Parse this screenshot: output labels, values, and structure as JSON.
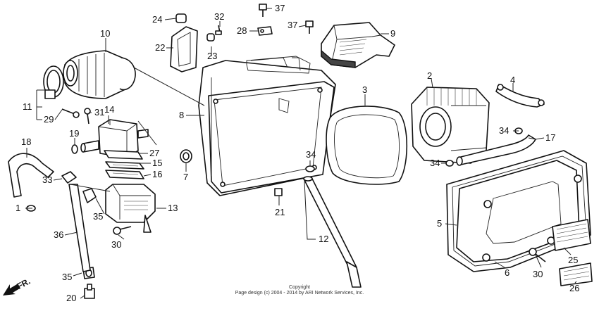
{
  "callouts": [
    "1",
    "2",
    "3",
    "4",
    "5",
    "6",
    "7",
    "8",
    "9",
    "10",
    "11",
    "12",
    "13",
    "14",
    "15",
    "16",
    "17",
    "18",
    "19",
    "20",
    "21",
    "22",
    "23",
    "24",
    "25",
    "26",
    "27",
    "28",
    "29",
    "30",
    "30",
    "30",
    "31",
    "32",
    "33",
    "34",
    "34",
    "34",
    "35",
    "35",
    "36",
    "37",
    "37"
  ],
  "direction_label": "FR.",
  "copyright": {
    "line1": "Copyright",
    "line2": "Page design (c) 2004 - 2014 by ARI Network Services, Inc."
  }
}
